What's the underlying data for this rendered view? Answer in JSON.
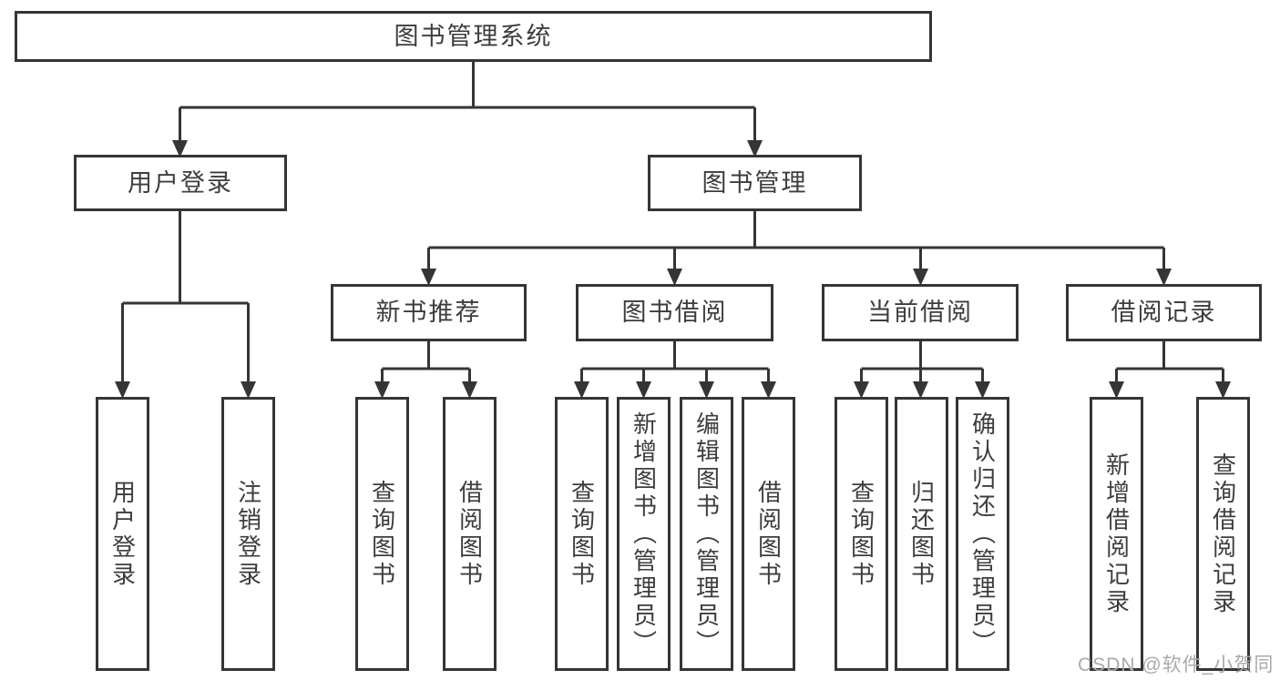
{
  "diagram": {
    "root": {
      "label": "图书管理系统"
    },
    "branches": [
      {
        "label": "用户登录",
        "leaves": [
          {
            "label": "用户登录"
          },
          {
            "label": "注销登录"
          }
        ]
      },
      {
        "label": "图书管理",
        "children": [
          {
            "label": "新书推荐",
            "leaves": [
              {
                "label": "查询图书"
              },
              {
                "label": "借阅图书"
              }
            ]
          },
          {
            "label": "图书借阅",
            "leaves": [
              {
                "label": "查询图书"
              },
              {
                "label": "新增图书（管理员）"
              },
              {
                "label": "编辑图书（管理员）"
              },
              {
                "label": "借阅图书"
              }
            ]
          },
          {
            "label": "当前借阅",
            "leaves": [
              {
                "label": "查询图书"
              },
              {
                "label": "归还图书"
              },
              {
                "label": "确认归还（管理员）"
              }
            ]
          },
          {
            "label": "借阅记录",
            "leaves": [
              {
                "label": "新增借阅记录"
              },
              {
                "label": "查询借阅记录"
              }
            ]
          }
        ]
      }
    ],
    "watermark": "CSDN @软件_小贺同学",
    "colors": {
      "line": "#353535",
      "box_border": "#353535",
      "text": "#3d3d3d",
      "watermark": "#a9a9a9",
      "background": "#ffffff"
    }
  }
}
